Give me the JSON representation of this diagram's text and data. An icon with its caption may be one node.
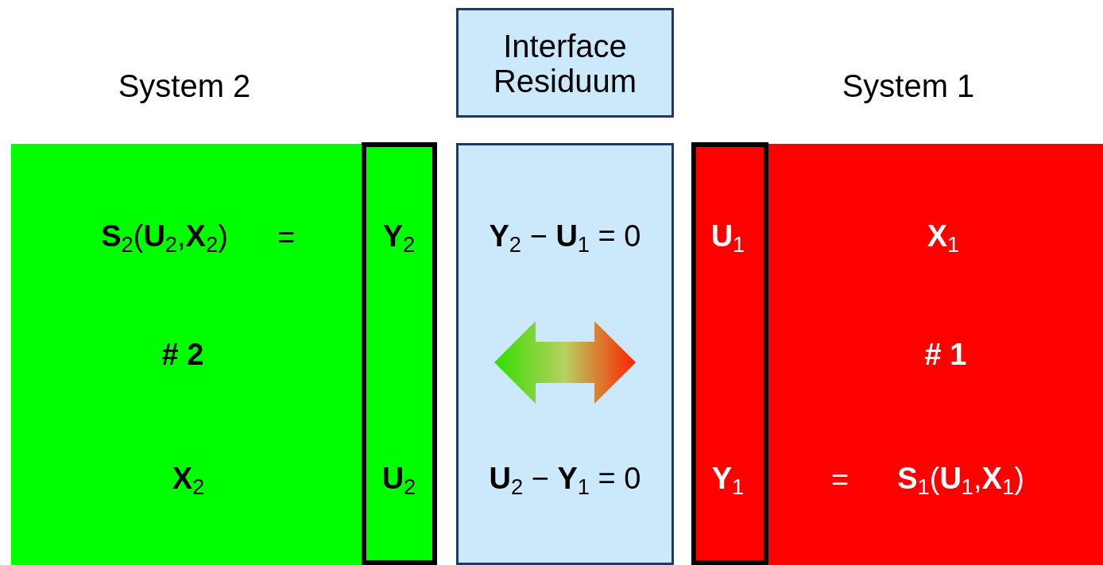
{
  "diagram": {
    "nodes": [
      {
        "text": [
          "System 2",
          "**S**$_{2}$(**U**$_{2}$,**X**$_{2}$)",
          "=",
          "# 2",
          "**X**$_{2}$"
        ]
      },
      {
        "text": [
          "**Y**$_{2}$",
          "**U**$_{2}$"
        ],
        "in": 0
      },
      {
        "text": [
          "Interface Residuum"
        ]
      },
      {
        "text": [
          "**Y**$_{2}$ − **U**$_{1}$ = 0",
          "**U**$_{2}$ − **Y**$_{1}$ = 0"
        ]
      },
      {
        "text": [
          "System 1",
          "**X**$_{1}$",
          "# 1",
          "=",
          "**S**$_{1}$(**U**$_{1}$,**X**$_{1}$)"
        ]
      },
      {
        "text": [
          "**U**$_{1}$",
          "**Y**$_{1}$"
        ],
        "in": 4
      }
    ]
  }
}
